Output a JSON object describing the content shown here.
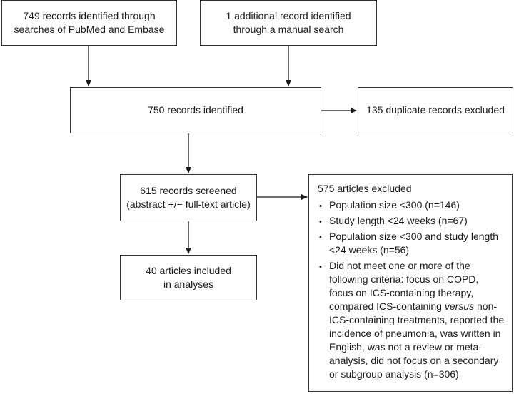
{
  "boxes": {
    "search_sources": {
      "lines": [
        "749 records identified through",
        "searches of PubMed and Embase"
      ]
    },
    "manual_search": {
      "lines": [
        "1 additional record identified",
        "through a manual search"
      ]
    },
    "identified": {
      "text": "750 records identified"
    },
    "duplicates": {
      "text": "135 duplicate records excluded"
    },
    "screened": {
      "lines": [
        "615 records screened",
        "(abstract +/− full-text article)"
      ]
    },
    "included": {
      "lines": [
        "40 articles included",
        "in analyses"
      ]
    }
  },
  "excluded": {
    "title": "575 articles excluded",
    "reasons": [
      "Population size <300 (n=146)",
      "Study length <24 weeks (n=67)",
      "Population size <300 and study length <24 weeks (n=56)"
    ],
    "last_reason": {
      "before": "Did not meet one or more of the following criteria: focus on COPD, focus on ICS-containing therapy, compared ICS-containing ",
      "italic": "versus",
      "after": " non-ICS-containing treatments, reported the incidence of pneumonia, was written in English, was not a review or meta-analysis, did not focus on a secondary or subgroup analysis (n=306)"
    }
  },
  "colors": {
    "border": "#333333",
    "arrow": "#1a1a1a"
  }
}
